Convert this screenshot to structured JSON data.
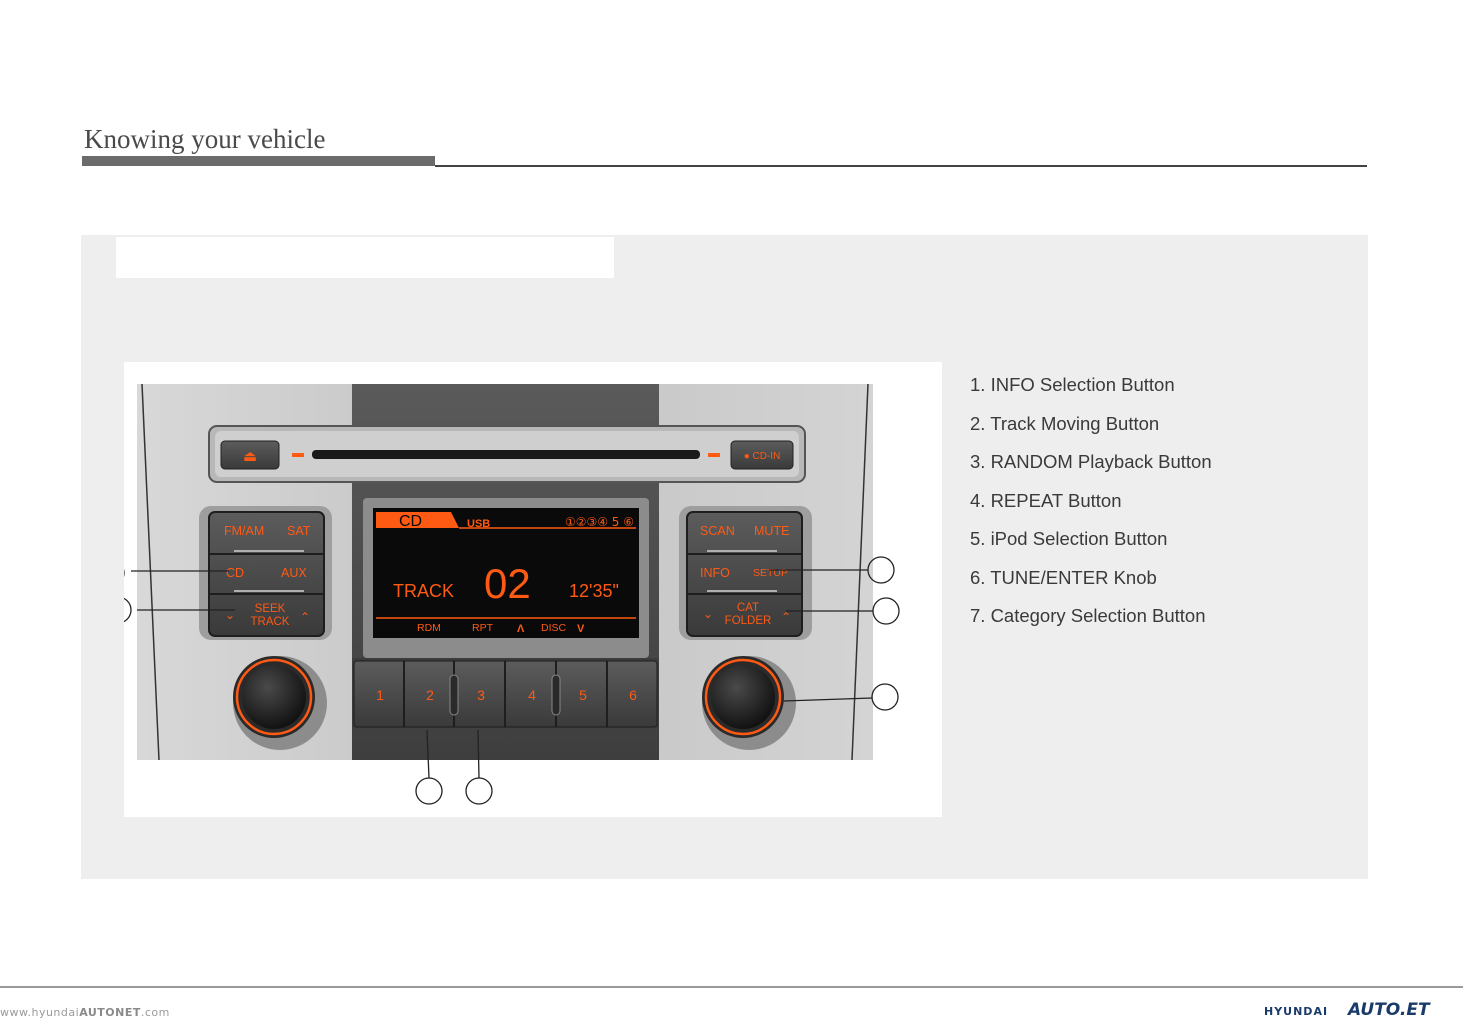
{
  "header": {
    "title": "Knowing your vehicle"
  },
  "audio_unit": {
    "eject_label": "⏏",
    "cd_in_label": "● CD-IN",
    "left_buttons": {
      "fm_am": "FM/AM",
      "sat": "SAT",
      "cd": "CD",
      "aux": "AUX",
      "seek_top": "SEEK",
      "seek_bottom": "TRACK"
    },
    "right_buttons": {
      "scan": "SCAN",
      "mute": "MUTE",
      "info": "INFO",
      "setup": "SETUP",
      "cat_top": "CAT",
      "cat_bottom": "FOLDER"
    },
    "display": {
      "mode": "CD",
      "source": "USB",
      "discs": "①②③④ 5 ⑥",
      "track_label": "TRACK",
      "track_number": "02",
      "time": "12'35\"",
      "rdm": "RDM",
      "rpt": "RPT",
      "disc": "DISC"
    },
    "presets": [
      "1",
      "2",
      "3",
      "4",
      "5",
      "6"
    ]
  },
  "legend": [
    "1. INFO Selection Button",
    "2. Track Moving Button",
    "3. RANDOM Playback Button",
    "4. REPEAT Button",
    "5. iPod Selection Button",
    "6. TUNE/ENTER Knob",
    "7. Category Selection Button"
  ],
  "footer": {
    "url_prefix": "www.hyundai",
    "url_brand": "AUTONET",
    "url_suffix": ".com",
    "right_brand_1": "HYUNDAI",
    "right_brand_2": "AUTO.ET"
  },
  "colors": {
    "accent_orange": "#ff5a14",
    "display_bg": "#0a0a0a",
    "panel_bg": "#eeeeee",
    "faceplate_silver": "#c9c9c9"
  }
}
